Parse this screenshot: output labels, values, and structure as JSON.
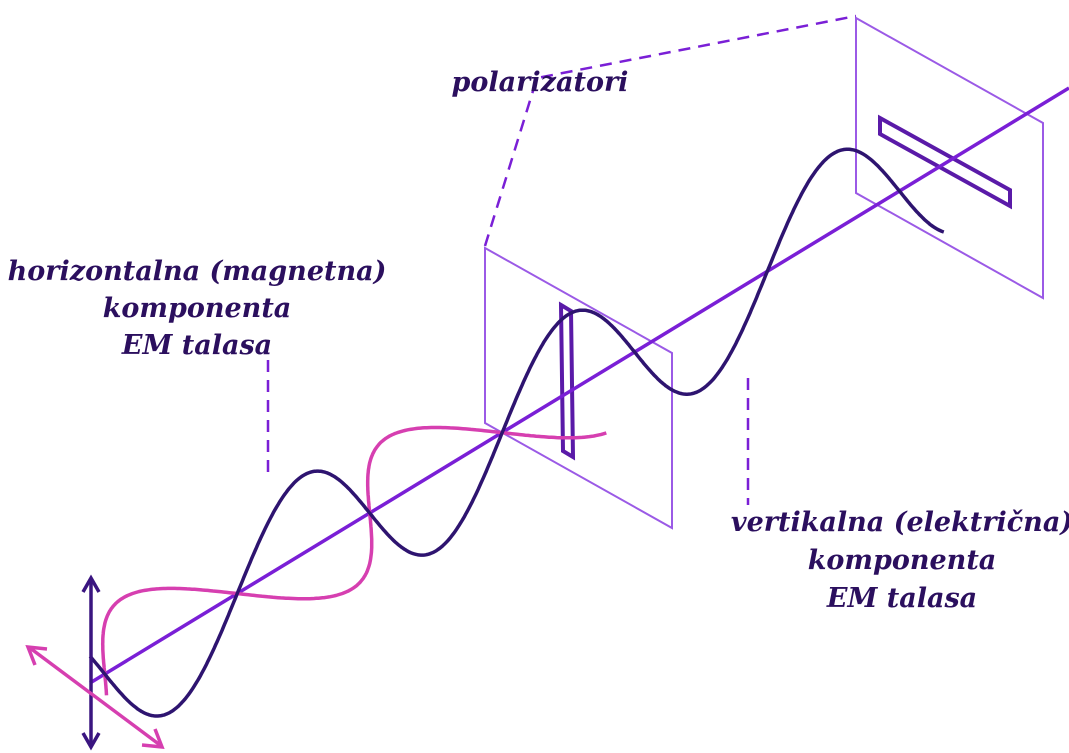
{
  "labels": {
    "polarizers": "polarizatori",
    "magnetic_line1": "horizontalna (magnetna)",
    "magnetic_line2": "komponenta",
    "magnetic_line3": "EM talasa",
    "electric_line1": "vertikalna (električna)",
    "electric_line2": "komponenta",
    "electric_line3": "EM talasa"
  },
  "colors": {
    "axis": "#7a1fd6",
    "electric_wave": "#2e1470",
    "magnetic_wave": "#d63fb0",
    "polarizer_frame": "#9b5ae6",
    "leader_line": "#7a1fd6",
    "label_text": "#2b0f5e"
  }
}
